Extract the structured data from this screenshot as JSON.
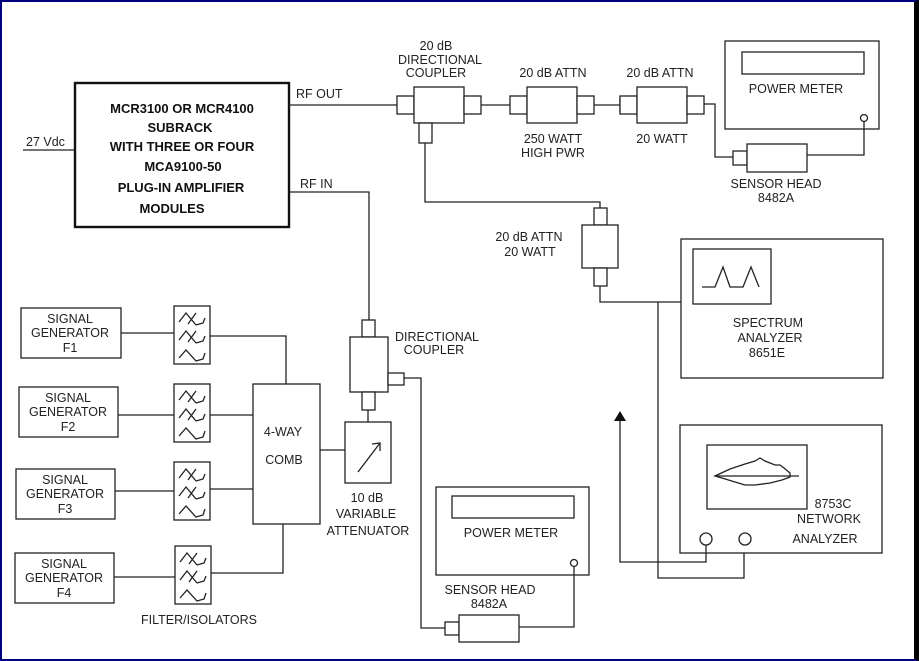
{
  "diagram": {
    "power_input": "27 Vdc",
    "amplifier": {
      "lines": [
        "MCR3100 OR MCR4100",
        "SUBRACK",
        "WITH THREE OR FOUR",
        "MCA9100-50",
        "PLUG-IN AMPLIFIER",
        "MODULES"
      ],
      "rf_out": "RF OUT",
      "rf_in": "RF IN"
    },
    "coupler_20db": {
      "lines": [
        "20 dB",
        "DIRECTIONAL",
        "COUPLER"
      ]
    },
    "attn_high_power": {
      "top": "20 dB ATTN",
      "bottom": [
        "250 WATT",
        "HIGH PWR"
      ]
    },
    "attn_20w_top": {
      "top": "20 dB ATTN",
      "bottom": "20 WATT"
    },
    "power_meter_top": {
      "label": "POWER METER",
      "sensor": [
        "SENSOR HEAD",
        "8482A"
      ]
    },
    "attn_20w_side": {
      "lines": [
        "20 dB ATTN",
        "20 WATT"
      ]
    },
    "spectrum_analyzer": {
      "lines": [
        "SPECTRUM",
        "ANALYZER",
        "8651E"
      ]
    },
    "network_analyzer": {
      "lines": [
        "8753C",
        "NETWORK",
        "ANALYZER"
      ]
    },
    "signal_generators": [
      {
        "lines": [
          "SIGNAL",
          "GENERATOR",
          "F1"
        ]
      },
      {
        "lines": [
          "SIGNAL",
          "GENERATOR",
          "F2"
        ]
      },
      {
        "lines": [
          "SIGNAL",
          "GENERATOR",
          "F3"
        ]
      },
      {
        "lines": [
          "SIGNAL",
          "GENERATOR",
          "F4"
        ]
      }
    ],
    "filters_label": "FILTER/ISOLATORS",
    "combiner": {
      "lines": [
        "4-WAY",
        "COMB"
      ]
    },
    "directional_coupler": {
      "lines": [
        "DIRECTIONAL",
        "COUPLER"
      ]
    },
    "variable_attenuator": {
      "lines": [
        "10 dB",
        "VARIABLE",
        "ATTENUATOR"
      ]
    },
    "power_meter_bottom": {
      "label": "POWER METER",
      "sensor": [
        "SENSOR HEAD",
        "8482A"
      ]
    }
  }
}
